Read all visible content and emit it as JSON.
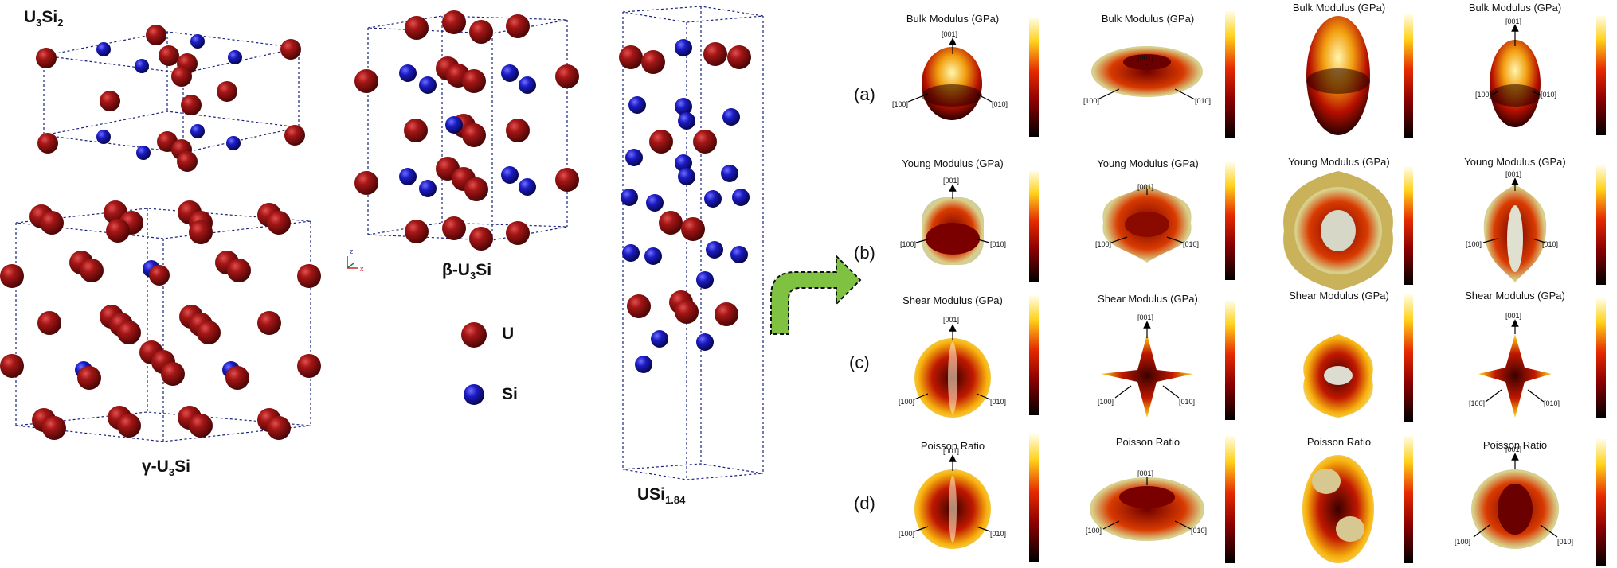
{
  "structures": {
    "u3si2": {
      "label_main": "U",
      "label_sub1": "3",
      "label_mid": "Si",
      "label_sub2": "2"
    },
    "gamma": {
      "label_main": "γ-U",
      "label_sub": "3",
      "label_end": "Si"
    },
    "beta": {
      "label_main": "β-U",
      "label_sub": "3",
      "label_end": "Si"
    },
    "usi": {
      "label_main": "USi",
      "label_sub": "1.84"
    }
  },
  "legend": {
    "u_label": "U",
    "si_label": "Si"
  },
  "colors": {
    "u_atom": "#8b0e0e",
    "si_atom": "#1b1bc4",
    "arrow": "#7fc241"
  },
  "row_labels": [
    "(a)",
    "(b)",
    "(c)",
    "(d)"
  ],
  "row_titles": [
    "Bulk Modulus (GPa)",
    "Young Modulus (GPa)",
    "Shear Modulus (GPa)",
    "Poisson Ratio"
  ],
  "axis_labels": {
    "x": "[100]",
    "y": "[010]",
    "z": "[001]"
  }
}
